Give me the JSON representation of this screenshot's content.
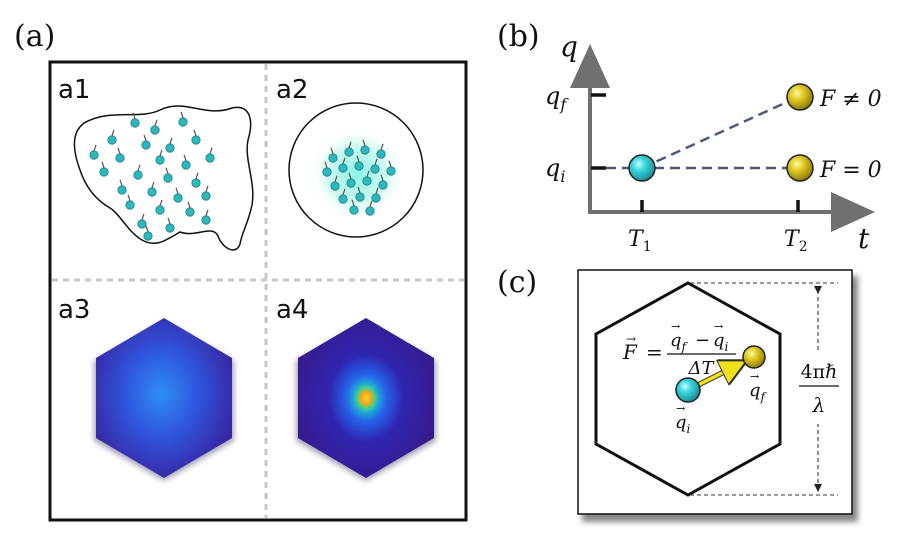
{
  "panel_labels": {
    "a": "(a)",
    "b": "(b)",
    "c": "(c)"
  },
  "subpanels": {
    "a1": "a1",
    "a2": "a2",
    "a3": "a3",
    "a4": "a4"
  },
  "panel_b": {
    "y_axis": "q",
    "x_axis": "t",
    "qf": "q",
    "qf_sub": "f",
    "qi": "q",
    "qi_sub": "i",
    "t1": "T",
    "t1_sub": "1",
    "t2": "T",
    "t2_sub": "2",
    "label_upper": "F ≠ 0",
    "label_lower": "F = 0",
    "colors": {
      "cyan": "#28c9cf",
      "yellow": "#d9c21c",
      "dash": "#4a5a78",
      "axis": "#707070"
    }
  },
  "panel_c": {
    "formula_lhs": "F",
    "formula_eq": "=",
    "num_qf": "q",
    "num_qf_sub": "f",
    "num_minus": "−",
    "num_qi": "q",
    "num_qi_sub": "i",
    "denominator": "ΔT",
    "label_qf": "q",
    "label_qf_sub": "f",
    "label_qi": "q",
    "label_qi_sub": "i",
    "period_num": "4πℏ",
    "period_den": "λ",
    "colors": {
      "arrow": "#f3e11a"
    }
  }
}
